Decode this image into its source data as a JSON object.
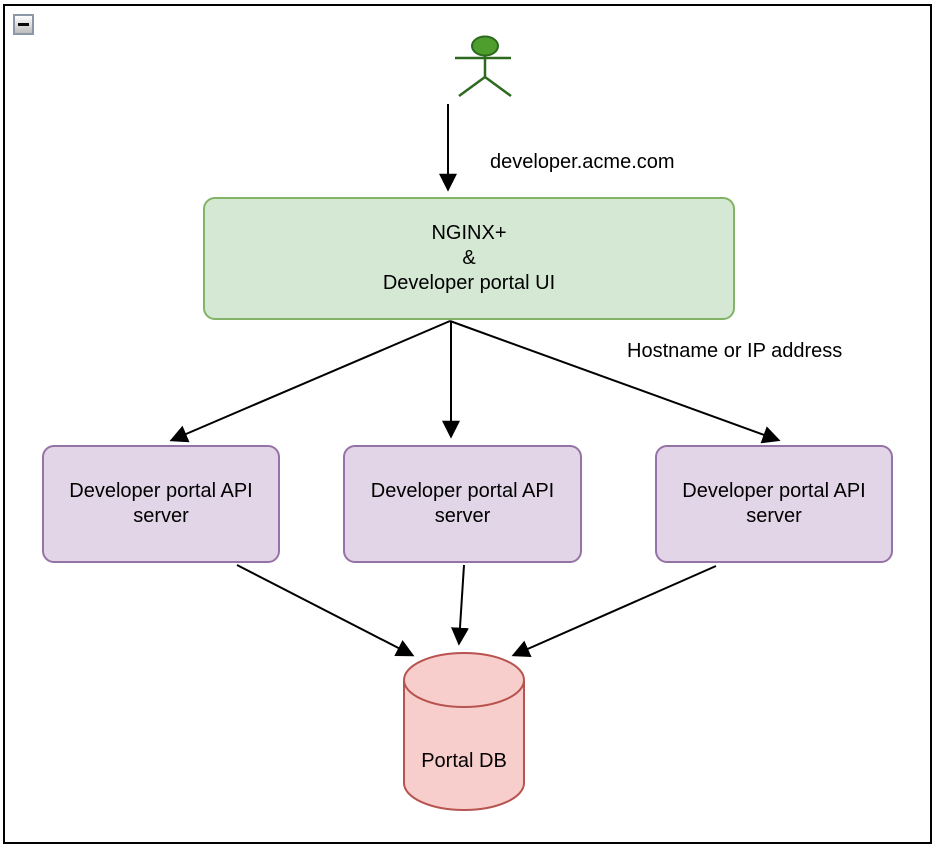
{
  "window": {
    "collapse_button_glyph": "−"
  },
  "diagram": {
    "edge_labels": {
      "request_url": "developer.acme.com",
      "routing_hint": "Hostname or IP address"
    },
    "nodes": {
      "nginx": {
        "lines": [
          "NGINX+",
          "&",
          "Developer portal UI"
        ]
      },
      "api_servers": [
        {
          "label": "Developer portal API server"
        },
        {
          "label": "Developer portal API server"
        },
        {
          "label": "Developer portal API server"
        }
      ],
      "database": {
        "label": "Portal DB"
      }
    },
    "colors": {
      "nginx_fill": "#d5e8d4",
      "nginx_stroke": "#82b366",
      "api_fill": "#e1d5e7",
      "api_stroke": "#9673a6",
      "db_fill": "#f8cecc",
      "db_stroke": "#b85450",
      "actor_fill": "#4e9e2e",
      "actor_stroke": "#2d6a1f",
      "arrow": "#000000"
    }
  }
}
